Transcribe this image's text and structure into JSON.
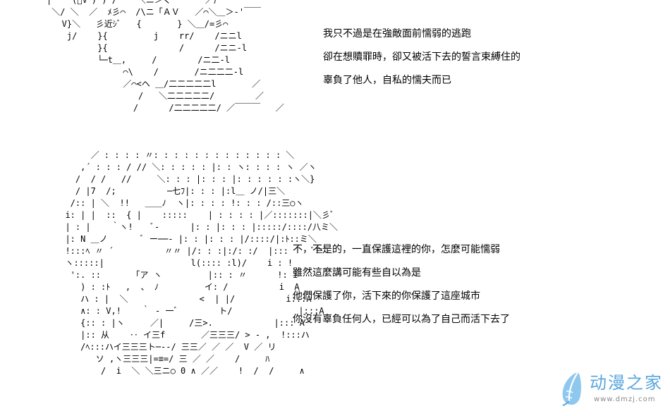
{
  "art": {
    "top": "|    (ﾟVﾞ) ) /    ＼ニ＞く￣     ／厂￣\n ＼/ ＼  ／  ﾒ彡⌒  /\\ニ「ＡＶ   ／⌒＼＿＞‐'￣￣\n   V}＼   彡近ｼﾞ   {       } ＼＿/=彡⌒\n    j/    }{         j    rr/    /ニニl\n          }{              /      /ニニ-l\n          └─t＿,     /        /ニ二-l\n               ⌒\\    /       /ニ二二二-l\n               ／⌒<ヘ ＿/二二二二二l       ／\n                  /   ＼二二二二二/        ／\n                 /      /二二二二二/ ／￣￣￣   ／",
    "bottom": "       ／ : : : : 〃: : : : : : : : : : : : : ＼\n     ,´ : : : / // ＼: : : : : |: : ヽ: : : : ヽ ／ヽ\n    /  / /   //     ＼: : : |: : : |: : : : : :ヽ＼}\n    / |7  /;          ─七ﾌ|: : : |:l＿ ノ/|三＼\n   /:: | ＼  !!   ＿＿ﾉ  ヽ|: : : : !: : : /::三○ヽ\n  i: | |  ::  { |    :::::    | : : : : |／:::::::|＼彡ﾞ\n  | : |    ｀ヽ!    ﾞ‐      |: : |: : : |:::::/::::/八ミ＼\n  |: N ＿ノ       ﾞ ー──- |: : |: : : |/::::/|:ﾄ::ミ＼\n  !:::ﾍ 〃 ´          〃〃 |/: : :|:/: :/  |:::     ﾞ≡ﾞ\n  ヽ:::::|                 l(:::: :l)/    i : !\n   ':. ::      「ア ヽ         |:: : 〃      !: i\n     ) : :ﾄ   ,  、 ﾉ         イ: /          i  A\n     ハ : |  ＼              <  | |/          i:::A\n     ∧: : V,!    ｀ ‐ 一ﾞ        ト/             |:::A\n     {:: : |ヽ     ／|     /三>.            |::: A\n     |:: 从    ‥ イ三f       ／三三三/ > ‐ ,  !:::ハ\n     /ﾍ:::ハイ三三三ト─-‐/ 三三／ ／ ／  V ／ リ\n        ソ ,ヽ三三三|=≡=/ 三 ／ ／    /     ﾊ\n         /  i  ＼ ＼三ニ○ 0 ∧ ／／    !  /  /     ∧"
  },
  "text_top": [
    "我只不過是在強敵面前懦弱的逃跑",
    "卻在想贖罪時，卻又被活下去的誓言束縛住的",
    "辜負了他人，自私的懦夫而已"
  ],
  "text_bottom": [
    "不，不是的，一直保護這裡的你，怎麼可能懦弱",
    "雖然這麼講可能有些自以為是",
    "他們保護了你，活下來的你保護了這座城市",
    "你沒有辜負任何人，已經可以為了自己而活下去了"
  ],
  "watermark": {
    "name": "动漫之家",
    "url": "www.dmzj.com",
    "accent_color": "#5aa7de",
    "logo_icon": "feather-logo-icon"
  }
}
